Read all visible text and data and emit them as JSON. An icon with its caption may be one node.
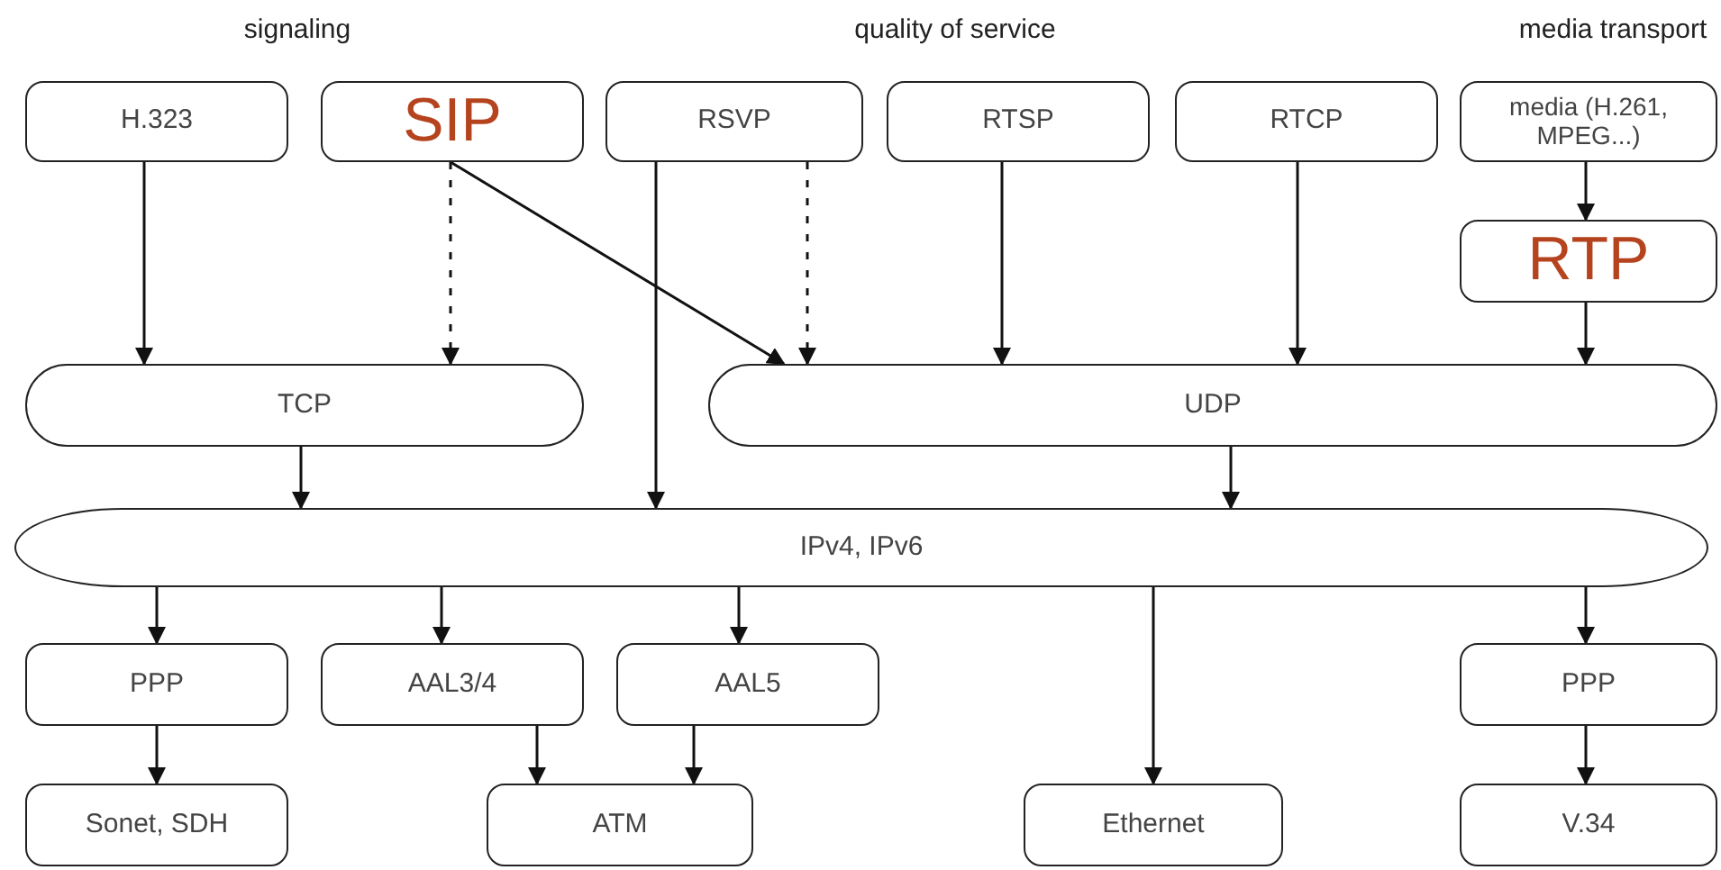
{
  "diagram": {
    "nodes": [
      {
        "text": [
          "H.323"
        ]
      },
      {
        "text": [
          "SIP"
        ]
      },
      {
        "text": [
          "RSVP"
        ]
      },
      {
        "text": [
          "RTSP"
        ]
      },
      {
        "text": [
          "RTCP"
        ]
      },
      {
        "text": [
          "media (H.261, MPEG...)"
        ]
      },
      {
        "text": [
          "RTP"
        ]
      },
      {
        "text": [
          "TCP"
        ]
      },
      {
        "text": [
          "UDP"
        ]
      },
      {
        "text": [
          "IPv4, IPv6"
        ]
      },
      {
        "text": [
          "PPP"
        ]
      },
      {
        "text": [
          "AAL3/4"
        ]
      },
      {
        "text": [
          "AAL5"
        ]
      },
      {
        "text": [
          "PPP"
        ]
      },
      {
        "text": [
          "Sonet, SDH"
        ]
      },
      {
        "text": [
          "ATM"
        ]
      },
      {
        "text": [
          "Ethernet"
        ]
      },
      {
        "text": [
          "V.34"
        ]
      }
    ],
    "edges": [
      {
        "from": 0,
        "to": 7,
        "arrow": "to"
      },
      {
        "from": 1,
        "to": 7,
        "arrow": "to",
        "style": "dashed"
      },
      {
        "from": 1,
        "to": 8,
        "arrow": "to"
      },
      {
        "from": 2,
        "to": 8,
        "arrow": "to",
        "style": "dashed"
      },
      {
        "from": 2,
        "to": 9,
        "arrow": "to"
      },
      {
        "from": 3,
        "to": 8,
        "arrow": "to"
      },
      {
        "from": 4,
        "to": 8,
        "arrow": "to"
      },
      {
        "from": 5,
        "to": 6,
        "arrow": "to"
      },
      {
        "from": 6,
        "to": 8,
        "arrow": "to"
      },
      {
        "from": 7,
        "to": 9,
        "arrow": "to"
      },
      {
        "from": 8,
        "to": 9,
        "arrow": "to"
      },
      {
        "from": 9,
        "to": 10,
        "arrow": "to"
      },
      {
        "from": 9,
        "to": 11,
        "arrow": "to"
      },
      {
        "from": 9,
        "to": 12,
        "arrow": "to"
      },
      {
        "from": 9,
        "to": 16,
        "arrow": "to"
      },
      {
        "from": 9,
        "to": 13,
        "arrow": "to"
      },
      {
        "from": 10,
        "to": 14,
        "arrow": "to"
      },
      {
        "from": 11,
        "to": 15,
        "arrow": "to"
      },
      {
        "from": 12,
        "to": 15,
        "arrow": "to"
      },
      {
        "from": 13,
        "to": 17,
        "arrow": "to"
      }
    ],
    "labels": [
      "signaling",
      "quality of service",
      "media transport"
    ]
  }
}
